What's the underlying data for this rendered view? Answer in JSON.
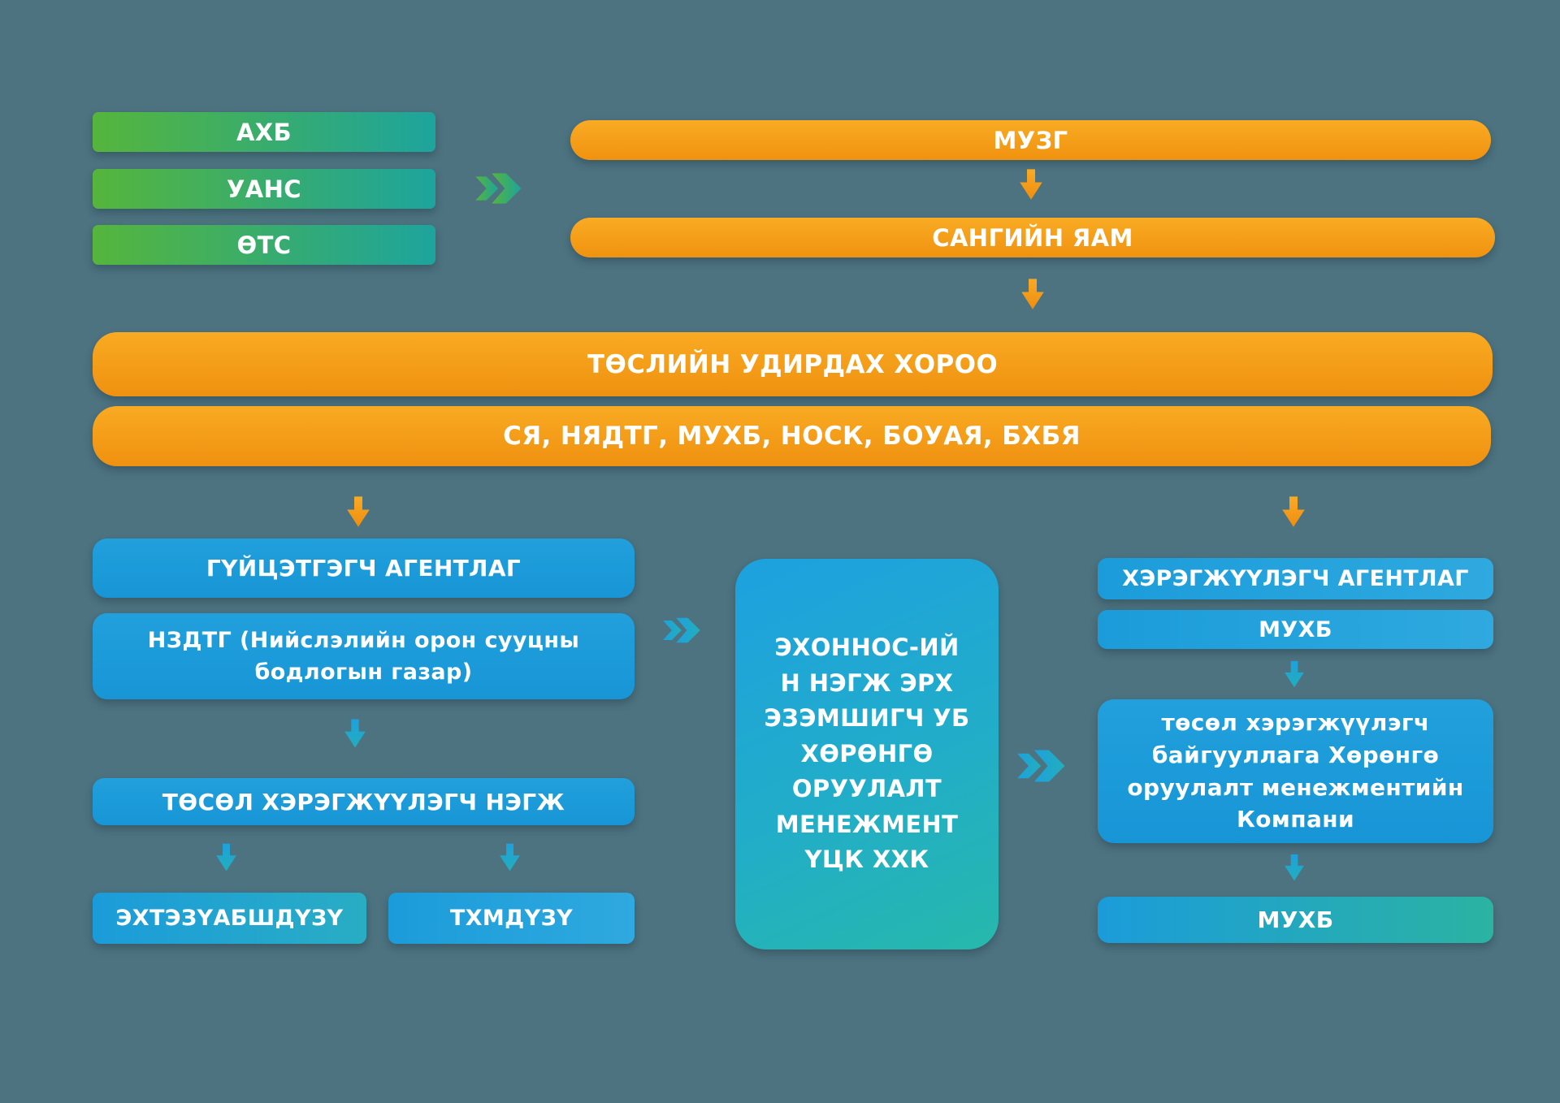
{
  "colors": {
    "background": "#4d7380",
    "green_gradient_start": "#55b53c",
    "green_gradient_end": "#1da49d",
    "orange": "#f5a01d",
    "blue": "#1b9cda",
    "teal": "#27b3a7",
    "text": "#ffffff"
  },
  "icons": {
    "arrow_right_green": "double-chevron-right",
    "arrow_down_orange": "arrow-down",
    "arrow_down_blue": "arrow-down",
    "arrow_right_blue": "double-chevron-right"
  },
  "nodes": {
    "ahb": "АХБ",
    "uans": "УАНС",
    "ots": "ӨТС",
    "muzg": "МУЗГ",
    "sangiin_yam": "САНГИЙН ЯАМ",
    "steering_committee": "ТӨСЛИЙН УДИРДАХ ХОРОО",
    "committee_members": "СЯ, НЯДТГ, МУХБ, НОСК, БОУАЯ, БХБЯ",
    "executing_agency": "ГҮЙЦЭТГЭГЧ АГЕНТЛАГ",
    "nzdtg": "НЗДТГ (Нийслэлийн орон сууцны\nбодлогын газар)",
    "piu": "ТӨСӨЛ ХЭРЭГЖҮҮЛЭГЧ НЭГЖ",
    "ehtezuabshduzu": "ЭХТЭЗҮАБШДҮЗҮ",
    "thmduzu": "ТХМДҮЗҮ",
    "ehonnos": "ЭХОННОС-ИЙ\nН НЭГЖ ЭРХ\nЭЗЭМШИГЧ УБ\nХӨРӨНГӨ\nОРУУЛАЛТ\nМЕНЕЖМЕНТ\nҮЦК ХХК",
    "implementing_agency": "ХЭРЭГЖҮҮЛЭГЧ АГЕНТЛАГ",
    "muhb_top": "МУХБ",
    "implementer_org": "төсөл хэрэгжүүлэгч\nбайгууллага Хөрөнгө\nоруулалт менежментийн\nКомпани",
    "muhb_bottom": "МУХБ"
  }
}
